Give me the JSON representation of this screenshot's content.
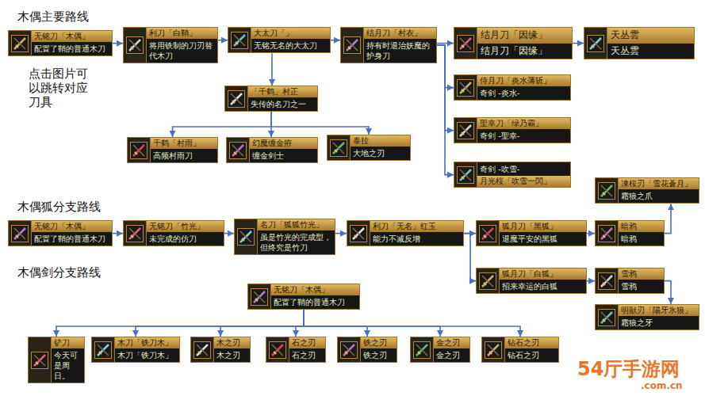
{
  "diagram": {
    "nodes": [
      {
        "text": [
          "无铭刀「木偶」",
          "配置了鞘的普通木刀"
        ]
      },
      {
        "text": [
          "利刀「白鞘」",
          "将用铁制的刀刃替代木刀"
        ]
      },
      {
        "text": [
          "大太刀「」",
          "无铭无名的大太刀"
        ]
      },
      {
        "text": [
          "结月刀「村衣」",
          "持有时退治妖魔的护身刀"
        ]
      },
      {
        "text": [
          "结月刀「因缘」",
          "结月刀「因缘」"
        ]
      },
      {
        "text": [
          "天丛雲",
          "天丛雲"
        ]
      },
      {
        "text": [
          "「千鹤」村正",
          "失传的名刀之一"
        ]
      },
      {
        "text": [
          "千鹤「村雨」",
          "高频村雨刀"
        ]
      },
      {
        "text": [
          "幻魔缠金拵",
          "缠金剑士"
        ]
      },
      {
        "text": [
          "泰拉",
          "大地之刃"
        ]
      },
      {
        "text": [
          "侍月刀「炎水薄斩」",
          "奇剑 -炎水-"
        ]
      },
      {
        "text": [
          "聖幸刀「绿乃霸」",
          "奇剑 -聖幸-"
        ]
      },
      {
        "text": [
          "奇剑 -吹雪-",
          "月光桜「吹雪一閃」"
        ]
      },
      {
        "text": [
          "无铭刀「木偶」",
          "配置了鞘的普通木刀"
        ]
      },
      {
        "text": [
          "无铭刀「竹光」",
          "未完成的仿刀"
        ]
      },
      {
        "text": [
          "名刀「狐狐竹光」",
          "虽是竹光的完成型，但终究是竹刀"
        ]
      },
      {
        "text": [
          "利刀「无名」红玉",
          "能力不减反增"
        ]
      },
      {
        "text": [
          "狐月刀「黑狐」",
          "退魔平安的黑狐"
        ]
      },
      {
        "text": [
          "暗鸦",
          "暗鸦"
        ]
      },
      {
        "text": [
          "凍桜刃「雪花蒼月」",
          "霜狼之爪"
        ]
      },
      {
        "text": [
          "狐月刀「白狐」",
          "招来幸运的白狐"
        ]
      },
      {
        "text": [
          "雪鸦",
          "雪鸦"
        ]
      },
      {
        "text": [
          "明獣刃「陽牙氷狼」",
          "霜狼之牙"
        ]
      },
      {
        "text": [
          "无铭刀「木偶」",
          "配置了鞘的普通木刀"
        ]
      },
      {
        "text": [
          "铲刀",
          "今天可是周日。"
        ]
      },
      {
        "text": [
          "木刀「铁刀木」",
          "木刀「铁刀木」"
        ]
      },
      {
        "text": [
          "木之刃",
          "木之刃"
        ]
      },
      {
        "text": [
          "石之刃",
          "石之刃"
        ]
      },
      {
        "text": [
          "铁之刃",
          "铁之刃"
        ]
      },
      {
        "text": [
          "金之刃",
          "金之刃"
        ]
      },
      {
        "text": [
          "钻石之刃",
          "钻石之刃"
        ]
      }
    ],
    "edges": [
      {
        "from": 0,
        "to": 1,
        "arrow": "to"
      },
      {
        "from": 1,
        "to": 2,
        "arrow": "to"
      },
      {
        "from": 2,
        "to": 3,
        "arrow": "to"
      },
      {
        "from": 3,
        "to": 4,
        "arrow": "to"
      },
      {
        "from": 4,
        "to": 5,
        "arrow": "to"
      },
      {
        "from": 2,
        "to": 6,
        "arrow": "to"
      },
      {
        "from": 6,
        "to": 7,
        "arrow": "to"
      },
      {
        "from": 6,
        "to": 8,
        "arrow": "to"
      },
      {
        "from": 6,
        "to": 9,
        "arrow": "to"
      },
      {
        "from": 3,
        "to": 10,
        "arrow": "to"
      },
      {
        "from": 3,
        "to": 11,
        "arrow": "to"
      },
      {
        "from": 3,
        "to": 12,
        "arrow": "to"
      },
      {
        "from": 13,
        "to": 14,
        "arrow": "to"
      },
      {
        "from": 14,
        "to": 15,
        "arrow": "to"
      },
      {
        "from": 15,
        "to": 16,
        "arrow": "to"
      },
      {
        "from": 16,
        "to": 17,
        "arrow": "to"
      },
      {
        "from": 16,
        "to": 20,
        "arrow": "to"
      },
      {
        "from": 17,
        "to": 18,
        "arrow": "to"
      },
      {
        "from": 18,
        "to": 19,
        "arrow": "to"
      },
      {
        "from": 20,
        "to": 21,
        "arrow": "to"
      },
      {
        "from": 21,
        "to": 22,
        "arrow": "to"
      },
      {
        "from": 23,
        "to": 24,
        "arrow": "to"
      },
      {
        "from": 23,
        "to": 25,
        "arrow": "to"
      },
      {
        "from": 23,
        "to": 26,
        "arrow": "to"
      },
      {
        "from": 23,
        "to": 27,
        "arrow": "to"
      },
      {
        "from": 23,
        "to": 28,
        "arrow": "to"
      },
      {
        "from": 23,
        "to": 29,
        "arrow": "to"
      },
      {
        "from": 23,
        "to": 30,
        "arrow": "to"
      }
    ],
    "labels": [
      "木偶主要路线",
      "点击图片可以跳转对应刀具",
      "木偶狐分支路线",
      "木偶剑分支路线",
      "54厅手游网",
      ".com.cn"
    ]
  }
}
